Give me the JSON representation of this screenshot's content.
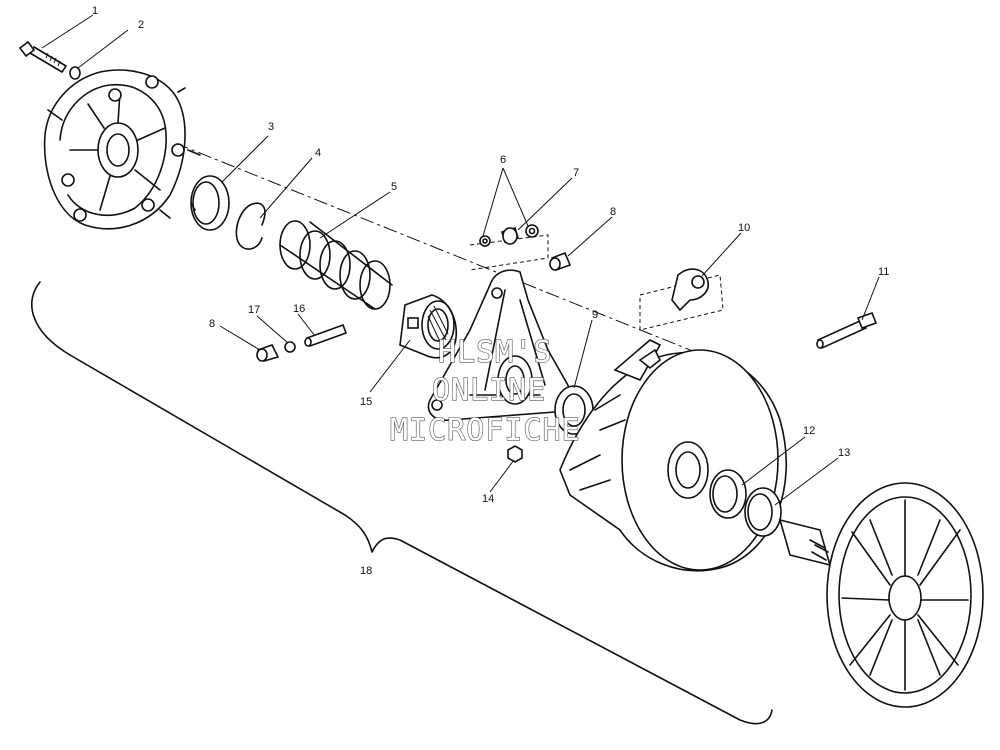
{
  "diagram": {
    "callouts": {
      "c1": "1",
      "c2": "2",
      "c3": "3",
      "c4": "4",
      "c5": "5",
      "c6": "6",
      "c7": "7",
      "c8a": "8",
      "c8b": "8",
      "c9": "9",
      "c10": "10",
      "c11": "11",
      "c12": "12",
      "c13": "13",
      "c14": "14",
      "c15": "15",
      "c16": "16",
      "c17": "17",
      "c18": "18"
    }
  },
  "watermark": {
    "line1": "HLSM'S",
    "line2": "ONLINE",
    "line3": "MICROFICHE"
  }
}
